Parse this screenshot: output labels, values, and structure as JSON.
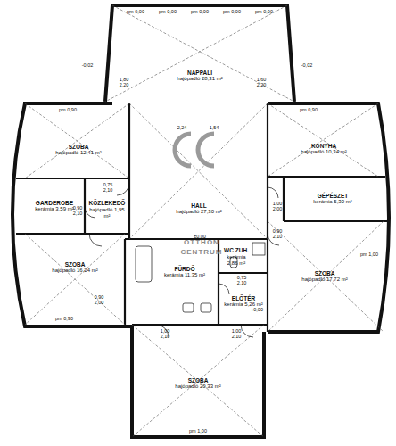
{
  "diagram": {
    "nodes": [
      {
        "text": [
          "NAPPALI",
          "hajópadló 28,31 m²"
        ]
      },
      {
        "text": [
          "SZOBA",
          "hajópadló 12,41 m²"
        ]
      },
      {
        "text": [
          "KONYHA",
          "hajópadló 10,34 m²"
        ]
      },
      {
        "text": [
          "GÉPÉSZET",
          "kerámia 5,30 m²"
        ]
      },
      {
        "text": [
          "HALL",
          "hajópadló 27,30 m²"
        ]
      },
      {
        "text": [
          "GARDEROBE",
          "kerámia 3,59 m²"
        ]
      },
      {
        "text": [
          "KÖZLEKEDŐ",
          "hajópadló 1,95 m²"
        ]
      },
      {
        "text": [
          "SZOBA",
          "hajópadló 16,24 m²"
        ]
      },
      {
        "text": [
          "SZOBA",
          "hajópadló 17,72 m²"
        ]
      },
      {
        "text": [
          "FÜRDŐ",
          "kerámia 11,35 m²"
        ]
      },
      {
        "text": [
          "WC ZUH.",
          "kerámia 2,86 m²"
        ]
      },
      {
        "text": [
          "ELŐTÉR",
          "kerámia 5,26 m²"
        ]
      },
      {
        "text": [
          "SZOBA",
          "hajópadló 20,33 m²"
        ]
      }
    ],
    "labels": [
      "pm 0,00",
      "pm 0,00",
      "pm 0,00",
      "pm 0,00",
      "pm 0,00",
      "-0,02",
      "-0,02",
      "1,80 2,20",
      "1,60 2,20",
      "2,24",
      "1,54",
      "pm 0,90",
      "pm 0,90",
      "pm 1,00",
      "pm 0,90",
      "pm 1,00",
      "0,75 2,10",
      "0,90 2,10",
      "0,90 2,00",
      "1,00 2,10",
      "1,00 2,10",
      "0,75 2,10",
      "1,00 2,00",
      "0,90 2,10",
      "±0,00",
      "+0,00",
      "OTTHON",
      "CENTRUM"
    ]
  }
}
